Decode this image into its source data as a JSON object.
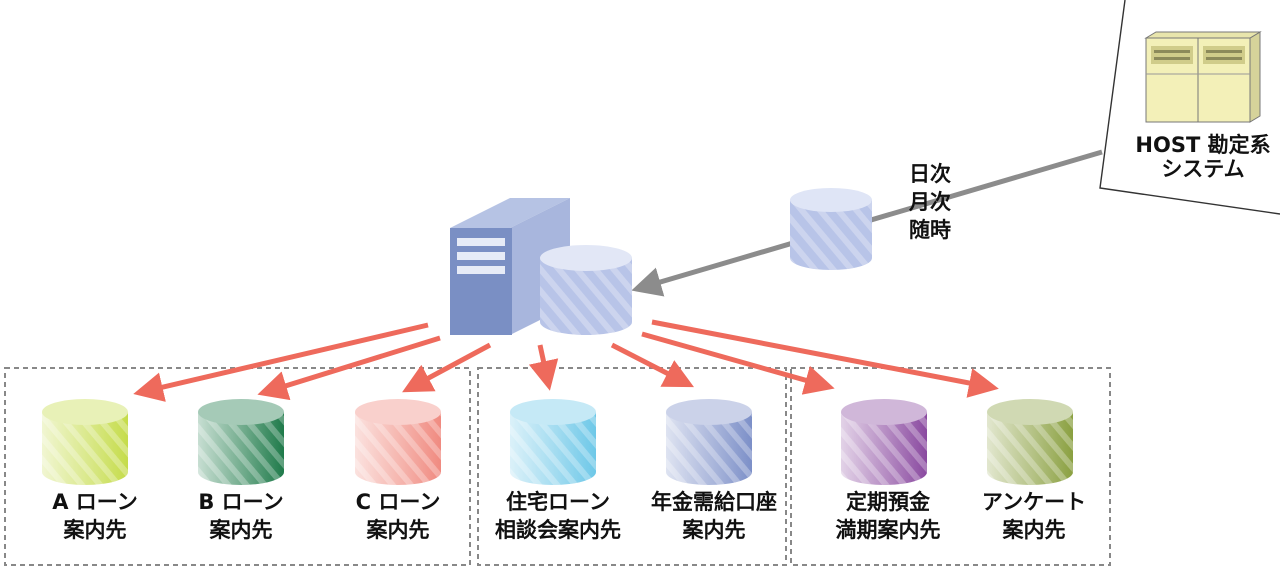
{
  "host": {
    "line1": "HOST 勘定系",
    "line2": "システム"
  },
  "frequency": {
    "line1": "日次",
    "line2": "月次",
    "line3": "随時"
  },
  "targets": [
    {
      "line1": "A ローン",
      "line2": "案内先",
      "color": "#c5dc4a"
    },
    {
      "line1": "B ローン",
      "line2": "案内先",
      "color": "#1f7a4a"
    },
    {
      "line1": "C ローン",
      "line2": "案内先",
      "color": "#f08a80"
    },
    {
      "line1": "住宅ローン",
      "line2": "相談会案内先",
      "color": "#6ec8e8"
    },
    {
      "line1": "年金需給口座",
      "line2": "案内先",
      "color": "#7c8fc8"
    },
    {
      "line1": "定期預金",
      "line2": "満期案内先",
      "color": "#8a4aa0"
    },
    {
      "line1": "アンケート",
      "line2": "案内先",
      "color": "#8aa040"
    }
  ],
  "colors": {
    "arrow_red": "#ee6a5c",
    "arrow_gray": "#8c8c8c",
    "server": "#8da2cf",
    "db_central": "#b8c4e8",
    "host_box": "#f3f0b8"
  }
}
